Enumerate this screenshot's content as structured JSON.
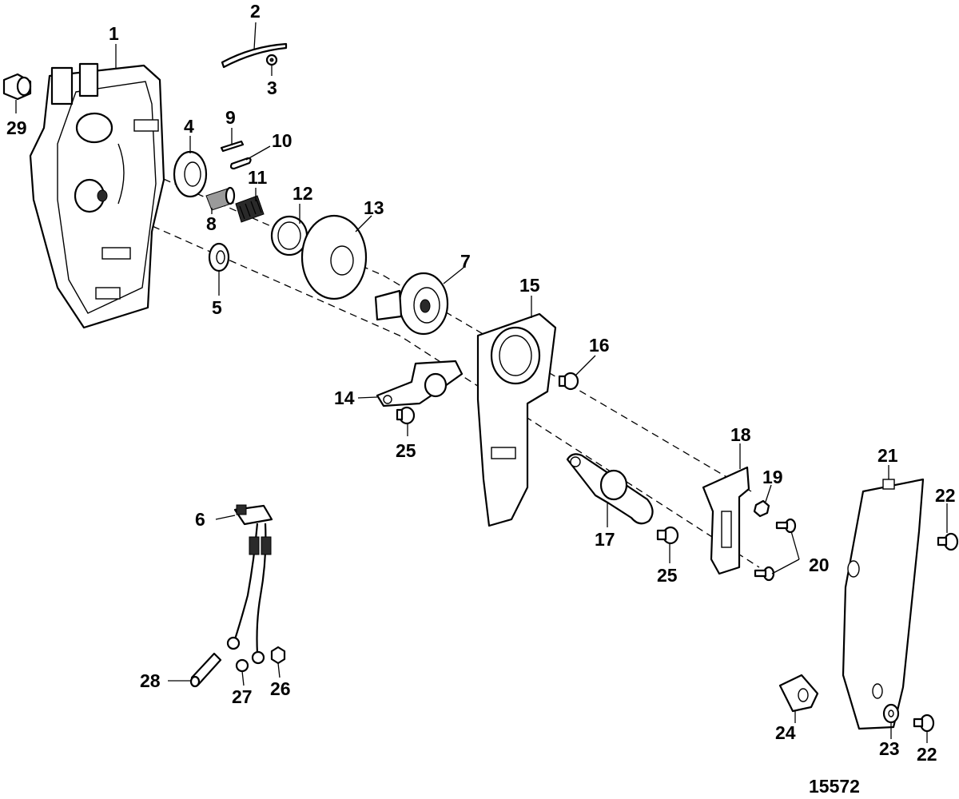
{
  "callouts": [
    "1",
    "2",
    "3",
    "4",
    "5",
    "6",
    "7",
    "8",
    "9",
    "10",
    "11",
    "12",
    "13",
    "14",
    "15",
    "16",
    "17",
    "18",
    "19",
    "20",
    "21",
    "22",
    "22",
    "23",
    "24",
    "25",
    "25",
    "26",
    "27",
    "28",
    "29"
  ],
  "drawing_id": "15572"
}
